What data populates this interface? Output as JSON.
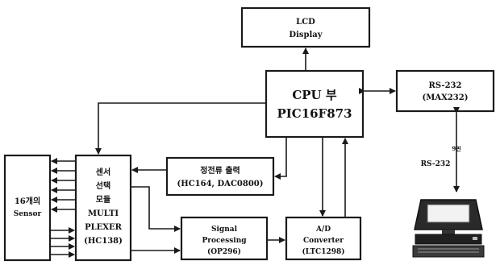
{
  "blocks": {
    "lcd": {
      "line1": "LCD",
      "line2": "Display"
    },
    "cpu": {
      "line1": "CPU 부",
      "line2": "PIC16F873"
    },
    "rs232": {
      "line1": "RS-232",
      "line2": "(MAX232)"
    },
    "sensor": {
      "line1": "16개의",
      "line2": "Sensor"
    },
    "mux": {
      "line1": "센서",
      "line2": "선택",
      "line3": "모듈",
      "line4": "MULTI",
      "line5": "PLEXER",
      "line6": "(HC138)"
    },
    "current_output": {
      "line1": "정전류 출력",
      "line2": "(HC164, DAC0800)"
    },
    "signal": {
      "line1": "Signal",
      "line2": "Processing",
      "line3": "(OP296)"
    },
    "adc": {
      "line1": "A/D",
      "line2": "Converter",
      "line3": "(LTC1298)"
    }
  },
  "link_labels": {
    "rs232_link": "RS-232",
    "rs232_small": "9핀"
  },
  "icons": [
    "computer-icon"
  ],
  "colors": {
    "stroke": "#1a1a1a",
    "background": "#ffffff"
  }
}
